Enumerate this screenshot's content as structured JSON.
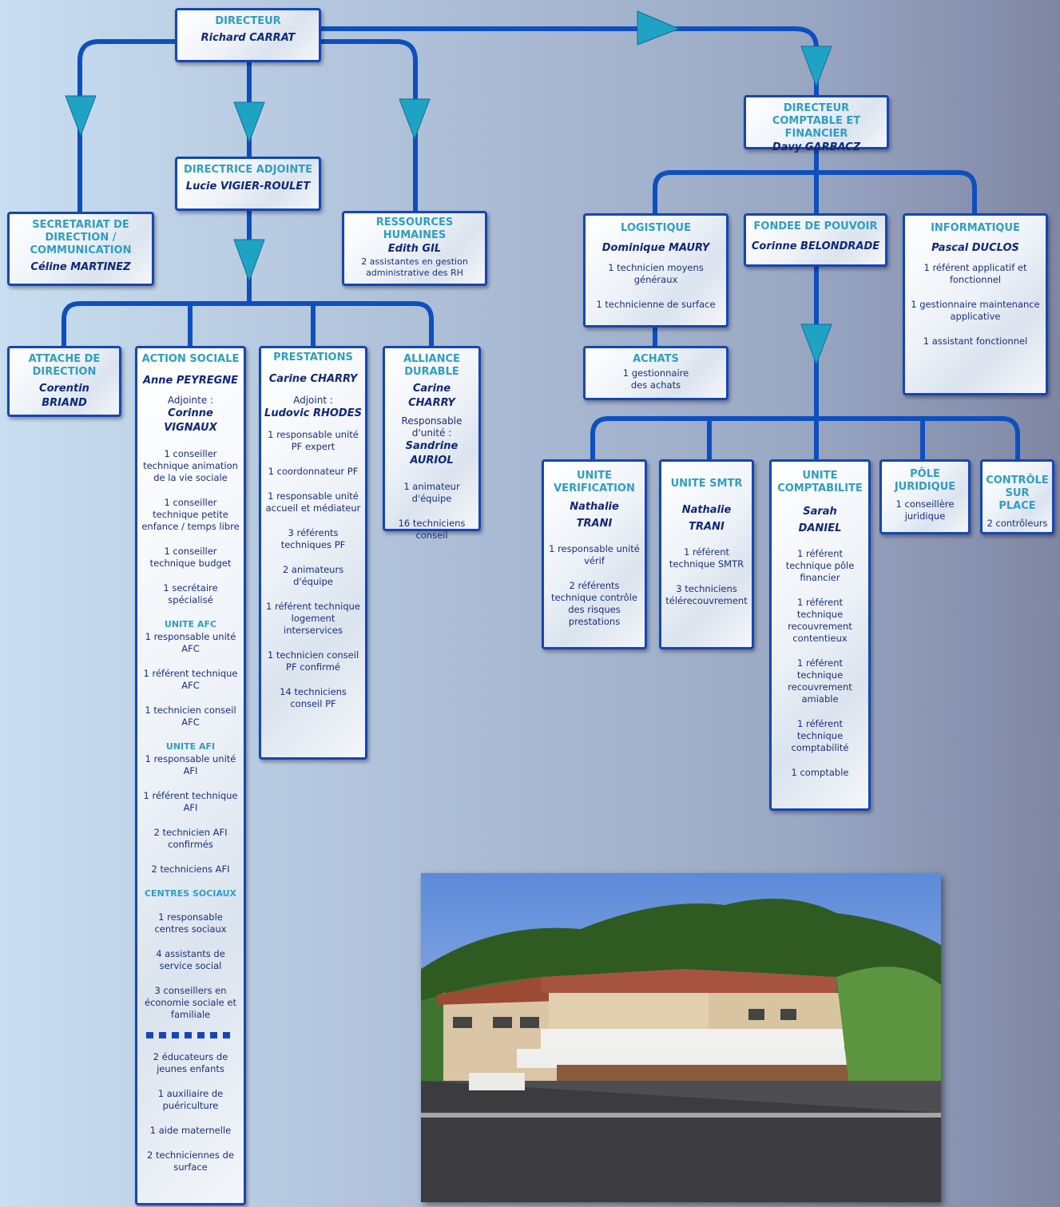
{
  "directeur": {
    "title": "DIRECTEUR",
    "name": "Richard CARRAT"
  },
  "adjointe": {
    "title": "DIRECTRICE ADJOINTE",
    "name": "Lucie VIGIER-ROULET"
  },
  "secretariat": {
    "title": "SECRETARIAT DE DIRECTION / COMMUNICATION",
    "name": "Céline MARTINEZ"
  },
  "rh": {
    "title": "RESSOURCES HUMAINES",
    "name": "Edith GIL",
    "sub": "2 assistantes en gestion administrative des RH"
  },
  "attache": {
    "title": "ATTACHE DE DIRECTION",
    "name": "Corentin BRIAND"
  },
  "action_sociale": {
    "title": "ACTION SOCIALE",
    "name": "Anne PEYREGNE",
    "adj_label": "Adjointe :",
    "adj_name": "Corinne VIGNAUX",
    "items": [
      "1 conseiller technique animation de la vie sociale",
      "1 conseiller technique petite enfance / temps libre",
      "1 conseiller technique budget",
      "1 secrétaire spécialisé"
    ],
    "unite_afc": "UNITE AFC",
    "afc_items": [
      "1 responsable unité AFC",
      "1 référent technique AFC",
      "1 technicien conseil AFC"
    ],
    "unite_afi": "UNITE AFI",
    "afi_items": [
      "1 responsable unité AFI",
      "1 référent technique AFI",
      "2 technicien AFI confirmés",
      "2 techniciens AFI"
    ],
    "centres": "CENTRES SOCIAUX",
    "centres_items": [
      "1 responsable centres sociaux",
      "4 assistants de service social",
      "3 conseillers en économie sociale et familiale"
    ],
    "after_items": [
      "2 éducateurs de jeunes enfants",
      "1 auxiliaire de puériculture",
      "1 aide maternelle",
      "2 techniciennes de surface"
    ]
  },
  "prestations": {
    "title": "PRESTATIONS",
    "name": "Carine CHARRY",
    "adj_label": "Adjoint :",
    "adj_name": "Ludovic RHODES",
    "items": [
      "1 responsable unité PF expert",
      "1 coordonnateur PF",
      "1 responsable unité accueil et médiateur",
      "3 référents techniques PF",
      "2 animateurs d'équipe",
      "1 référent technique logement interservices",
      "1 technicien conseil PF confirmé",
      "14 techniciens conseil PF"
    ]
  },
  "alliance": {
    "title": "ALLIANCE DURABLE",
    "name": "Carine CHARRY",
    "adj_label": "Responsable d'unité :",
    "adj_name": "Sandrine AURIOL",
    "items": [
      "1 animateur d'équipe",
      "16 techniciens conseil"
    ]
  },
  "dcf": {
    "title": "DIRECTEUR COMPTABLE ET FINANCIER",
    "name": "Davy GARBACZ"
  },
  "logistique": {
    "title": "LOGISTIQUE",
    "name": "Dominique MAURY",
    "items": [
      "1 technicien moyens généraux",
      "1 technicienne de surface"
    ]
  },
  "achats": {
    "title": "ACHATS",
    "sub": "1 gestionnaire des achats"
  },
  "fondee": {
    "title": "FONDEE DE POUVOIR",
    "name": "Corinne BELONDRADE"
  },
  "informatique": {
    "title": "INFORMATIQUE",
    "name": "Pascal DUCLOS",
    "items": [
      "1 référent applicatif et fonctionnel",
      "1 gestionnaire maintenance applicative",
      "1 assistant fonctionnel"
    ]
  },
  "verification": {
    "title": "UNITE VERIFICATION",
    "name": "Nathalie TRANI",
    "items": [
      "1 responsable unité vérif",
      "2 référents technique contrôle des risques prestations"
    ]
  },
  "smtr": {
    "title": "UNITE SMTR",
    "name": "Nathalie TRANI",
    "items": [
      "1 référent technique SMTR",
      "3 techniciens télérecouvrement"
    ]
  },
  "comptabilite": {
    "title": "UNITE COMPTABILITE",
    "name": "Sarah DANIEL",
    "items": [
      "1 référent technique pôle financier",
      "1 référent technique recouvrement contentieux",
      "1 référent technique recouvrement amiable",
      "1 référent technique comptabilité",
      "1 comptable"
    ]
  },
  "juridique": {
    "title": "PÔLE JURIDIQUE",
    "sub": "1 conseillère juridique"
  },
  "controle": {
    "title": "CONTRÔLE SUR PLACE",
    "sub": "2 contrôleurs"
  },
  "colors": {
    "line": "#0e4fbf",
    "border": "#1446b8",
    "title": "#2f9ec2",
    "name": "#10287a",
    "arrow": "#1fa3c4"
  }
}
